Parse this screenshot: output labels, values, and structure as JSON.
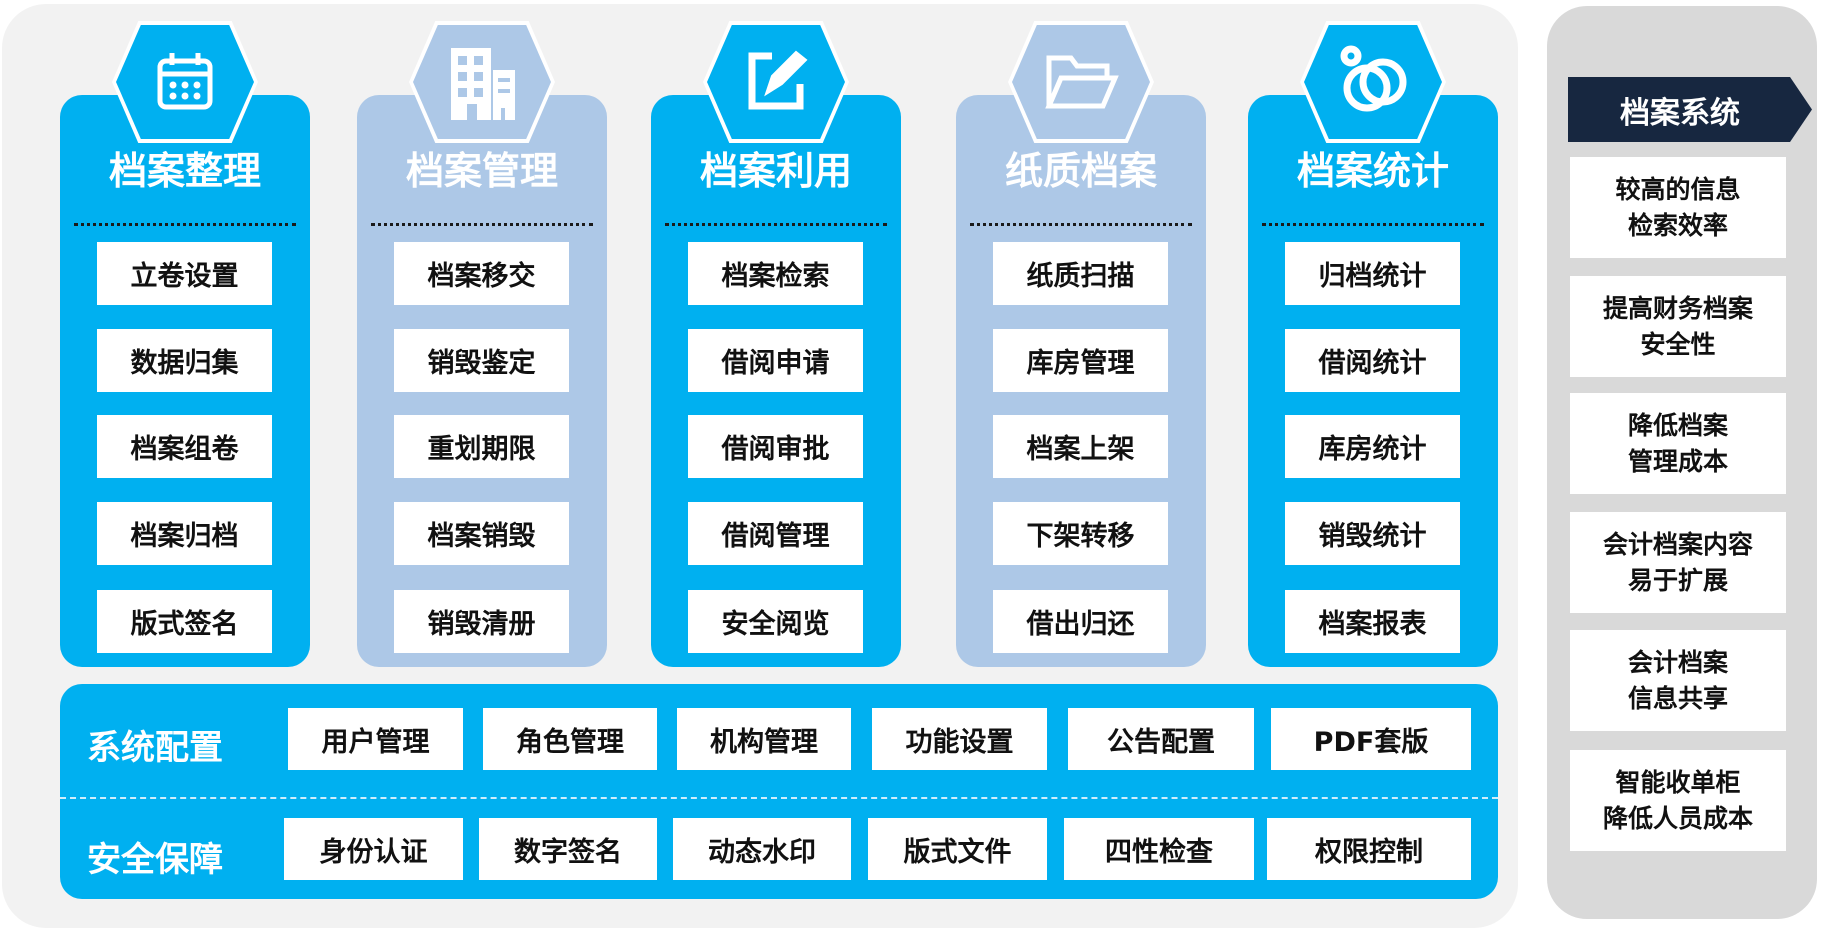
{
  "columns": [
    {
      "title": "档案整理",
      "icon": "calendar-icon",
      "color": "#00b0f0",
      "items": [
        "立卷设置",
        "数据归集",
        "档案组卷",
        "档案归档",
        "版式签名"
      ]
    },
    {
      "title": "档案管理",
      "icon": "building-icon",
      "color": "#adc8e7",
      "items": [
        "档案移交",
        "销毁鉴定",
        "重划期限",
        "档案销毁",
        "销毁清册"
      ]
    },
    {
      "title": "档案利用",
      "icon": "edit-icon",
      "color": "#00b0f0",
      "items": [
        "档案检索",
        "借阅申请",
        "借阅审批",
        "借阅管理",
        "安全阅览"
      ]
    },
    {
      "title": "纸质档案",
      "icon": "folder-icon",
      "color": "#adc8e7",
      "items": [
        "纸质扫描",
        "库房管理",
        "档案上架",
        "下架转移",
        "借出归还"
      ]
    },
    {
      "title": "档案统计",
      "icon": "rings-icon",
      "color": "#00b0f0",
      "items": [
        "归档统计",
        "借阅统计",
        "库房统计",
        "销毁统计",
        "档案报表"
      ]
    }
  ],
  "bottom": {
    "rows": [
      {
        "label": "系统配置",
        "items": [
          "用户管理",
          "角色管理",
          "机构管理",
          "功能设置",
          "公告配置",
          "PDF套版"
        ]
      },
      {
        "label": "安全保障",
        "items": [
          "身份认证",
          "数字签名",
          "动态水印",
          "版式文件",
          "四性检查",
          "权限控制"
        ]
      }
    ]
  },
  "side": {
    "title": "档案系统",
    "items": [
      [
        "较高的信息",
        "检索效率"
      ],
      [
        "提高财务档案",
        "安全性"
      ],
      [
        "降低档案",
        "管理成本"
      ],
      [
        "会计档案内容",
        "易于扩展"
      ],
      [
        "会计档案",
        "信息共享"
      ],
      [
        "智能收单柜",
        "降低人员成本"
      ]
    ]
  }
}
